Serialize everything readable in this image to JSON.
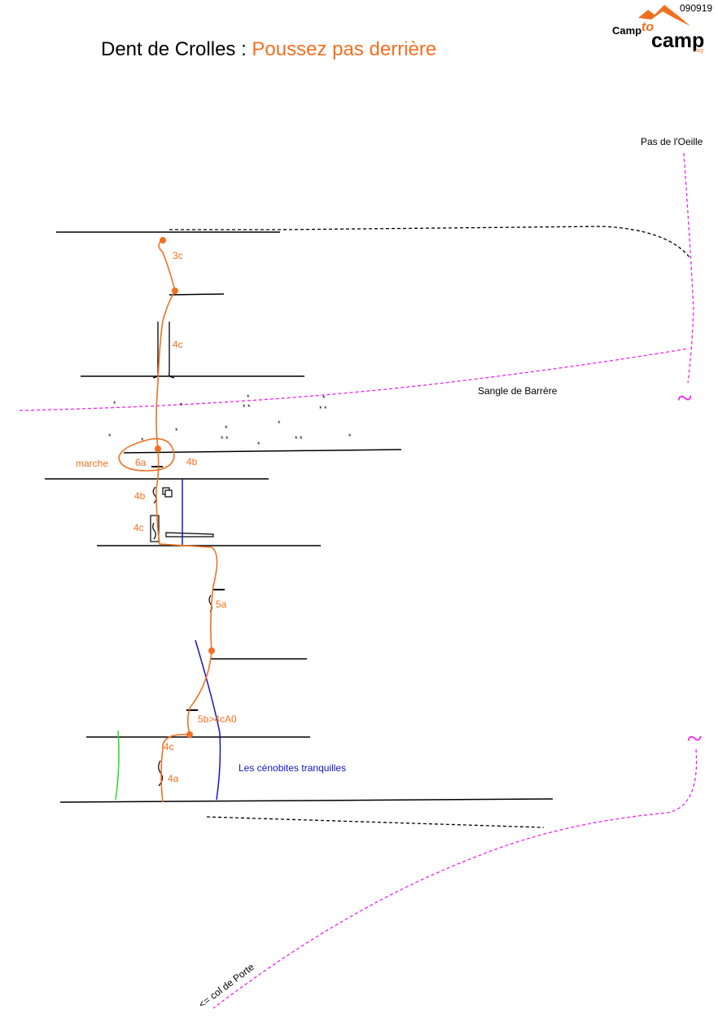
{
  "header": {
    "date_code": "090919",
    "title_prefix": "Dent de Crolles : ",
    "title_route": "Poussez pas derrière"
  },
  "logo": {
    "word_left": "Camp",
    "word_mid": "to",
    "word_right": "camp",
    "suffix": ".org"
  },
  "colors": {
    "route": "#f07020",
    "neighbour_route": "#1515c8",
    "trail": "#ee22ee",
    "green_route": "#22dd22",
    "ledge": "#000000"
  },
  "labels": {
    "pas_oeille": "Pas de l'Oeille",
    "sangle": "Sangle de Barrère",
    "cenobites": "Les cénobites tranquilles",
    "col_porte": "<= col de Porte",
    "marche": "marche",
    "tilde": "~"
  },
  "grades": [
    "3c",
    "4c",
    "6a",
    "4b",
    "4b",
    "4c",
    "5a",
    "5b>4cA0",
    "4c",
    "4a"
  ]
}
